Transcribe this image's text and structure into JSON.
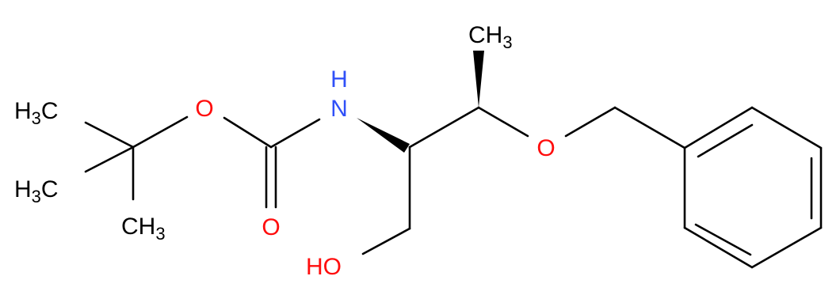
{
  "colors": {
    "bond": "#000000",
    "carbon": "#000000",
    "oxygen": "#ff0d0d",
    "nitrogen": "#3050f8"
  },
  "labels": {
    "ch3_top": {
      "main": "CH",
      "sub": "3"
    },
    "h3c_upper": {
      "main": "H",
      "sub": "3",
      "tail": "C"
    },
    "h3c_lower": {
      "main": "H",
      "sub": "3",
      "tail": "C"
    },
    "ch3_bottom": {
      "main": "CH",
      "sub": "3"
    },
    "ester_o": "O",
    "carbonyl_o": "O",
    "nh": "H",
    "nh_n": "N",
    "ether_o": "O",
    "hydroxyl": "HO"
  }
}
